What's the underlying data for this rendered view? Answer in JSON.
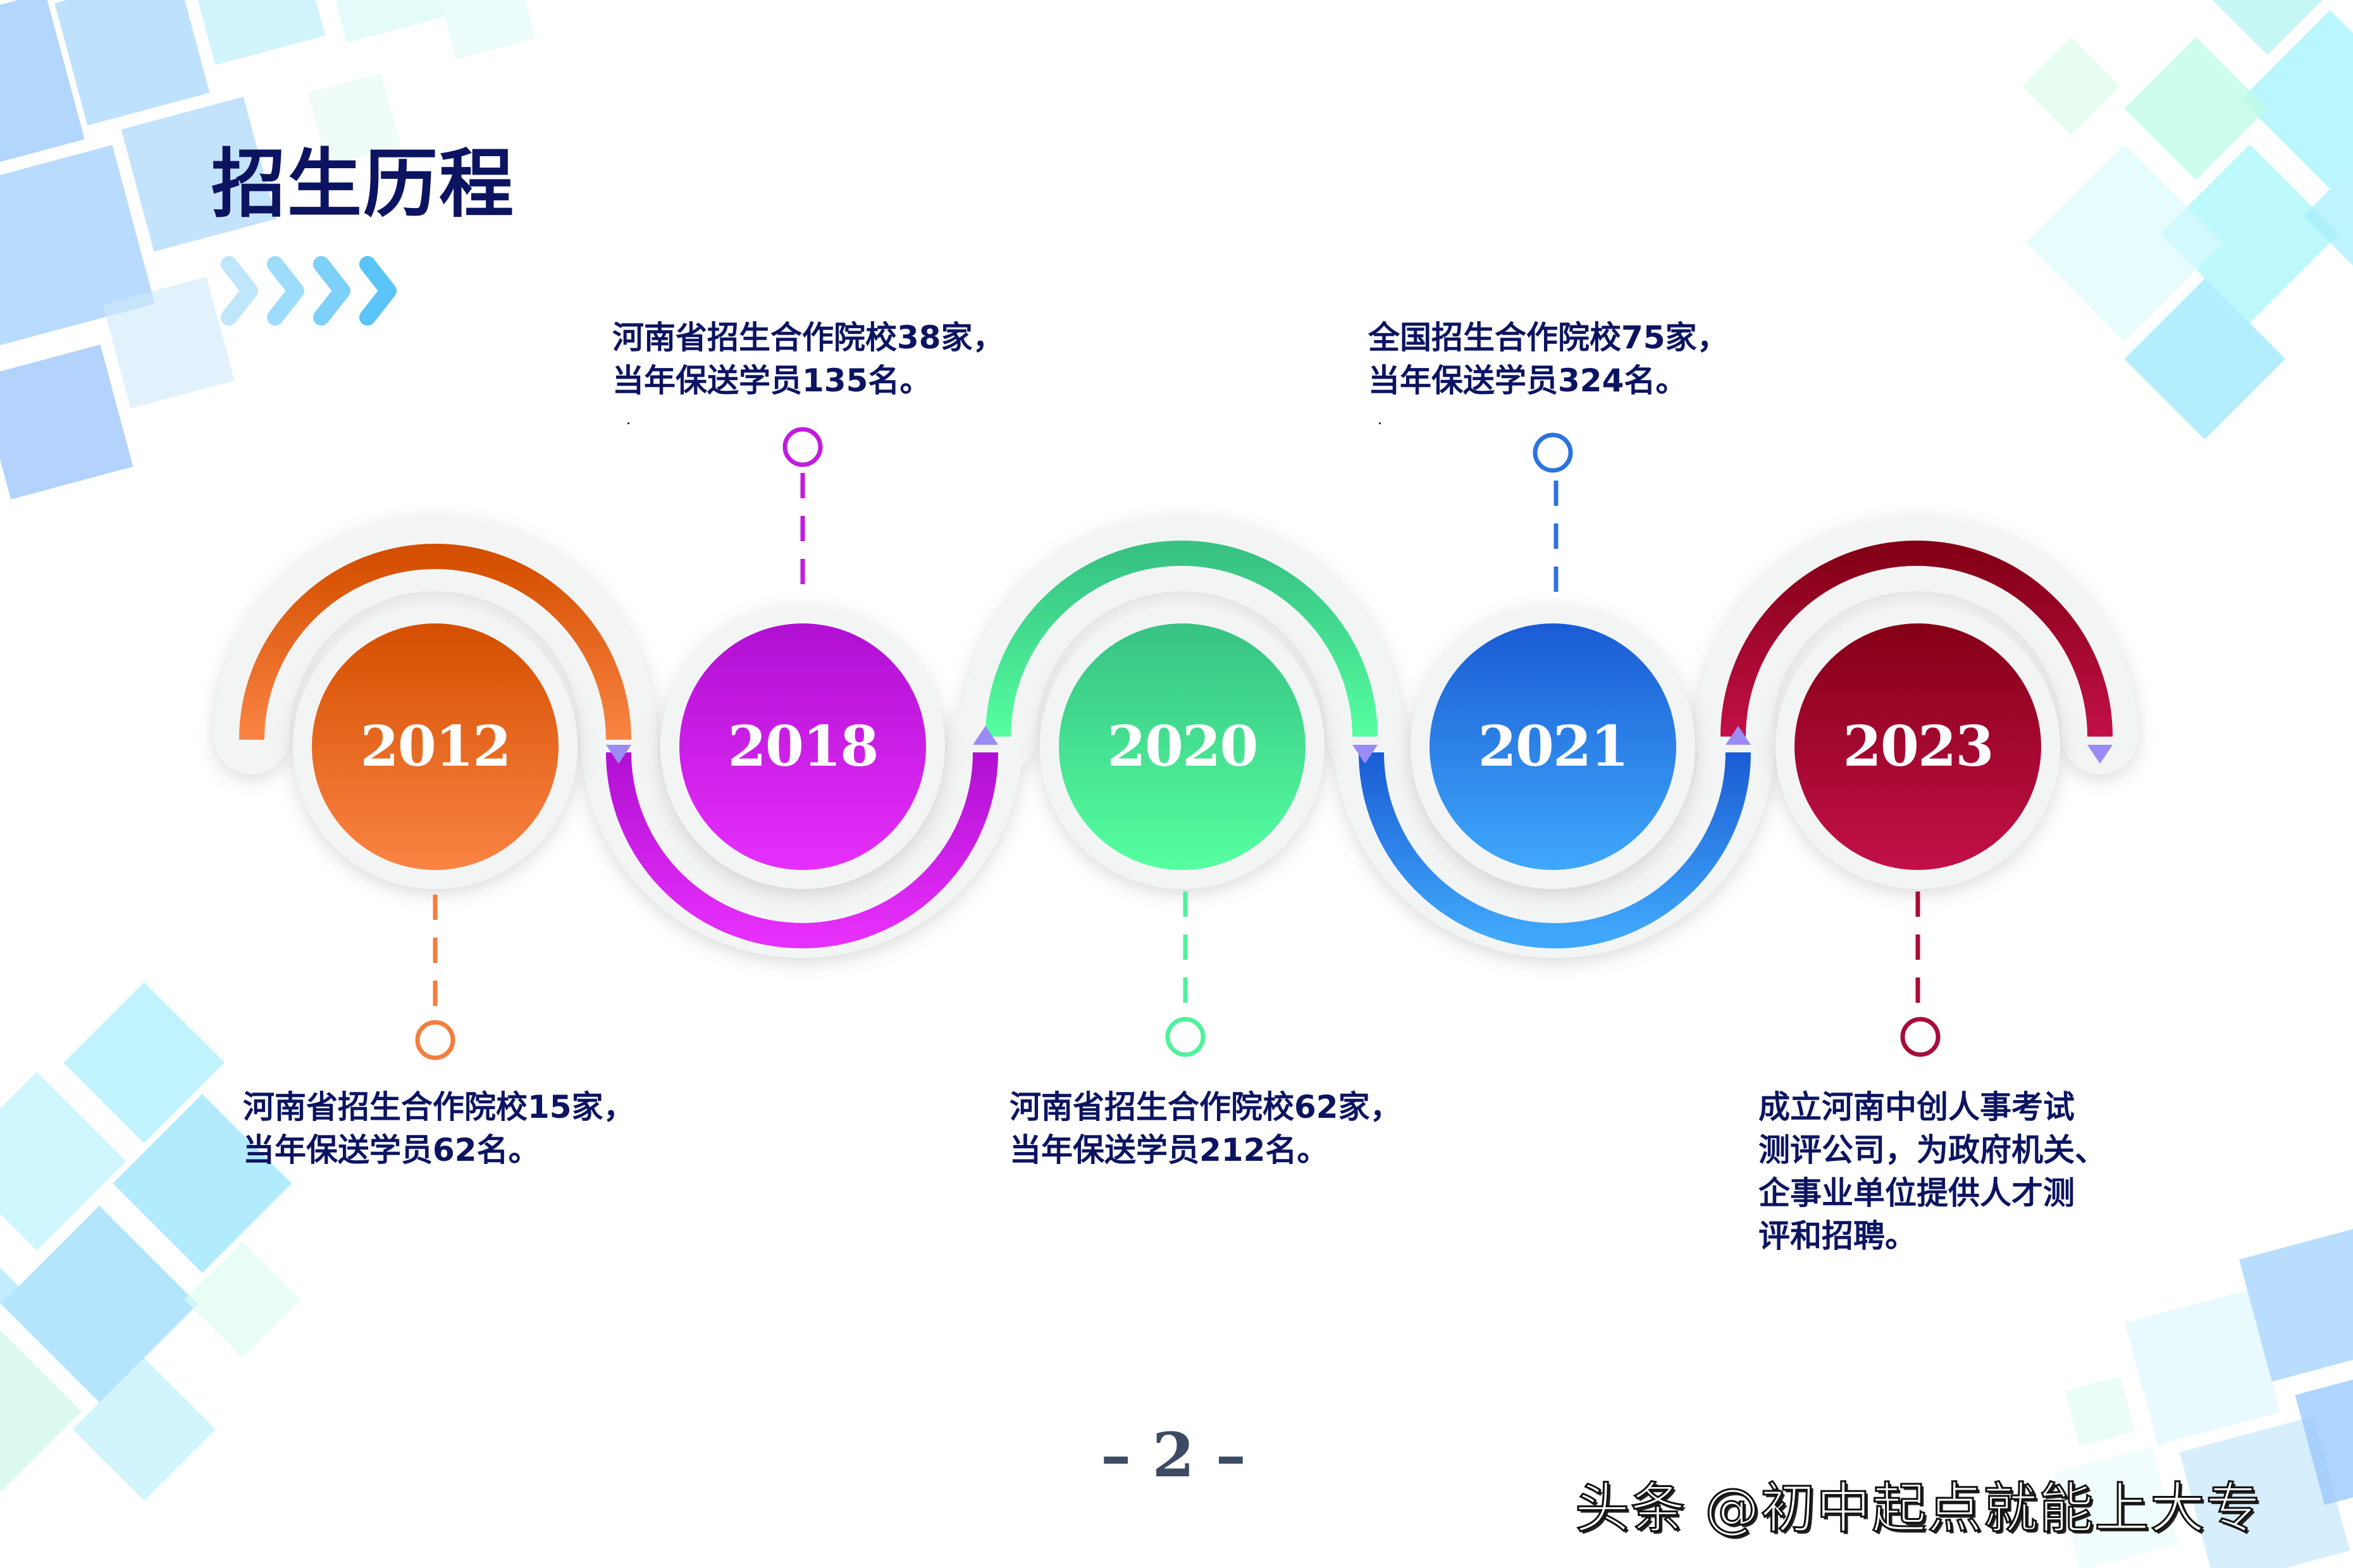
{
  "slide": {
    "title": "招生历程",
    "page_number": "– 2 –",
    "watermark": "头条 @初中起点就能上大专"
  },
  "colors": {
    "title": "#0c1461",
    "text": "#0c1461",
    "arrow_tip": "#9a8cf2",
    "ring": "#f2f4f4"
  },
  "timeline": [
    {
      "year": "2012",
      "color_top": "#d44f00",
      "color_bottom": "#fa8444",
      "text_position": "below",
      "text": "河南省招生合作院校15家，\n当年保送学员62名。"
    },
    {
      "year": "2018",
      "color_top": "#b00fd2",
      "color_bottom": "#e62ffa",
      "text_position": "above",
      "text": "河南省招生合作院校38家，\n当年保送学员135名。"
    },
    {
      "year": "2020",
      "color_top": "#37c283",
      "color_bottom": "#55ffa0",
      "text_position": "below",
      "text": "河南省招生合作院校62家，\n当年保送学员212名。"
    },
    {
      "year": "2021",
      "color_top": "#1a5bd4",
      "color_bottom": "#40a8fb",
      "text_position": "above",
      "text": "全国招生合作院校75家，\n当年保送学员324名。"
    },
    {
      "year": "2023",
      "color_top": "#850016",
      "color_bottom": "#c21048",
      "text_position": "below",
      "text": "成立河南中创人事考试\n测评公司，为政府机关、\n企事业单位提供人才测\n评和招聘。"
    }
  ]
}
